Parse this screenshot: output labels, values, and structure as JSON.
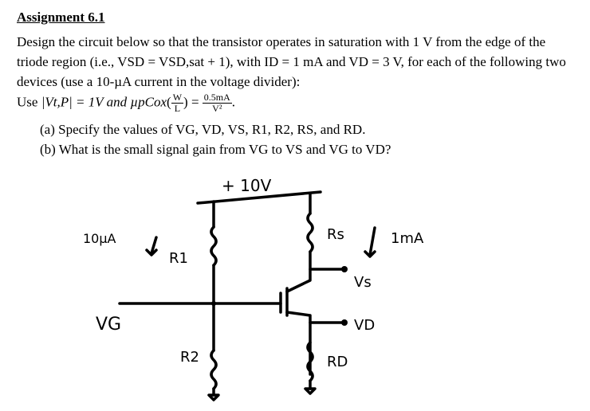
{
  "assignment": {
    "title": "Assignment 6.1",
    "intro_lines": [
      "Design the circuit below so that the transistor operates in saturation with 1 V from the edge of the",
      "triode region (i.e., VSD = VSD,sat + 1), with ID = 1 mA and VD = 3 V, for each of the following two",
      "devices (use a 10-µA current in the voltage divider):"
    ],
    "use_prefix": "Use",
    "use_vtp": "|Vt,P| = 1V and",
    "use_mu": "µpCox",
    "use_wl_num": "W",
    "use_wl_den": "L",
    "use_eq": "=",
    "use_frac_num": "0.5mA",
    "use_frac_den": "V²",
    "use_period": ".",
    "part_a": "(a) Specify the values of VG, VD, VS, R1, R2, RS, and RD.",
    "part_b": "(b) What is the small signal gain from VG to VS and VG to VD?"
  },
  "circuit": {
    "supply_label": "+ 10V",
    "divider_current_label": "10µA",
    "r1_label": "R1",
    "r2_label": "R2",
    "rs_label": "Rs",
    "rd_label": "RD",
    "drain_current_label": "1mA",
    "vs_label": "Vs",
    "vg_label": "VG",
    "vd_label": "VD"
  }
}
